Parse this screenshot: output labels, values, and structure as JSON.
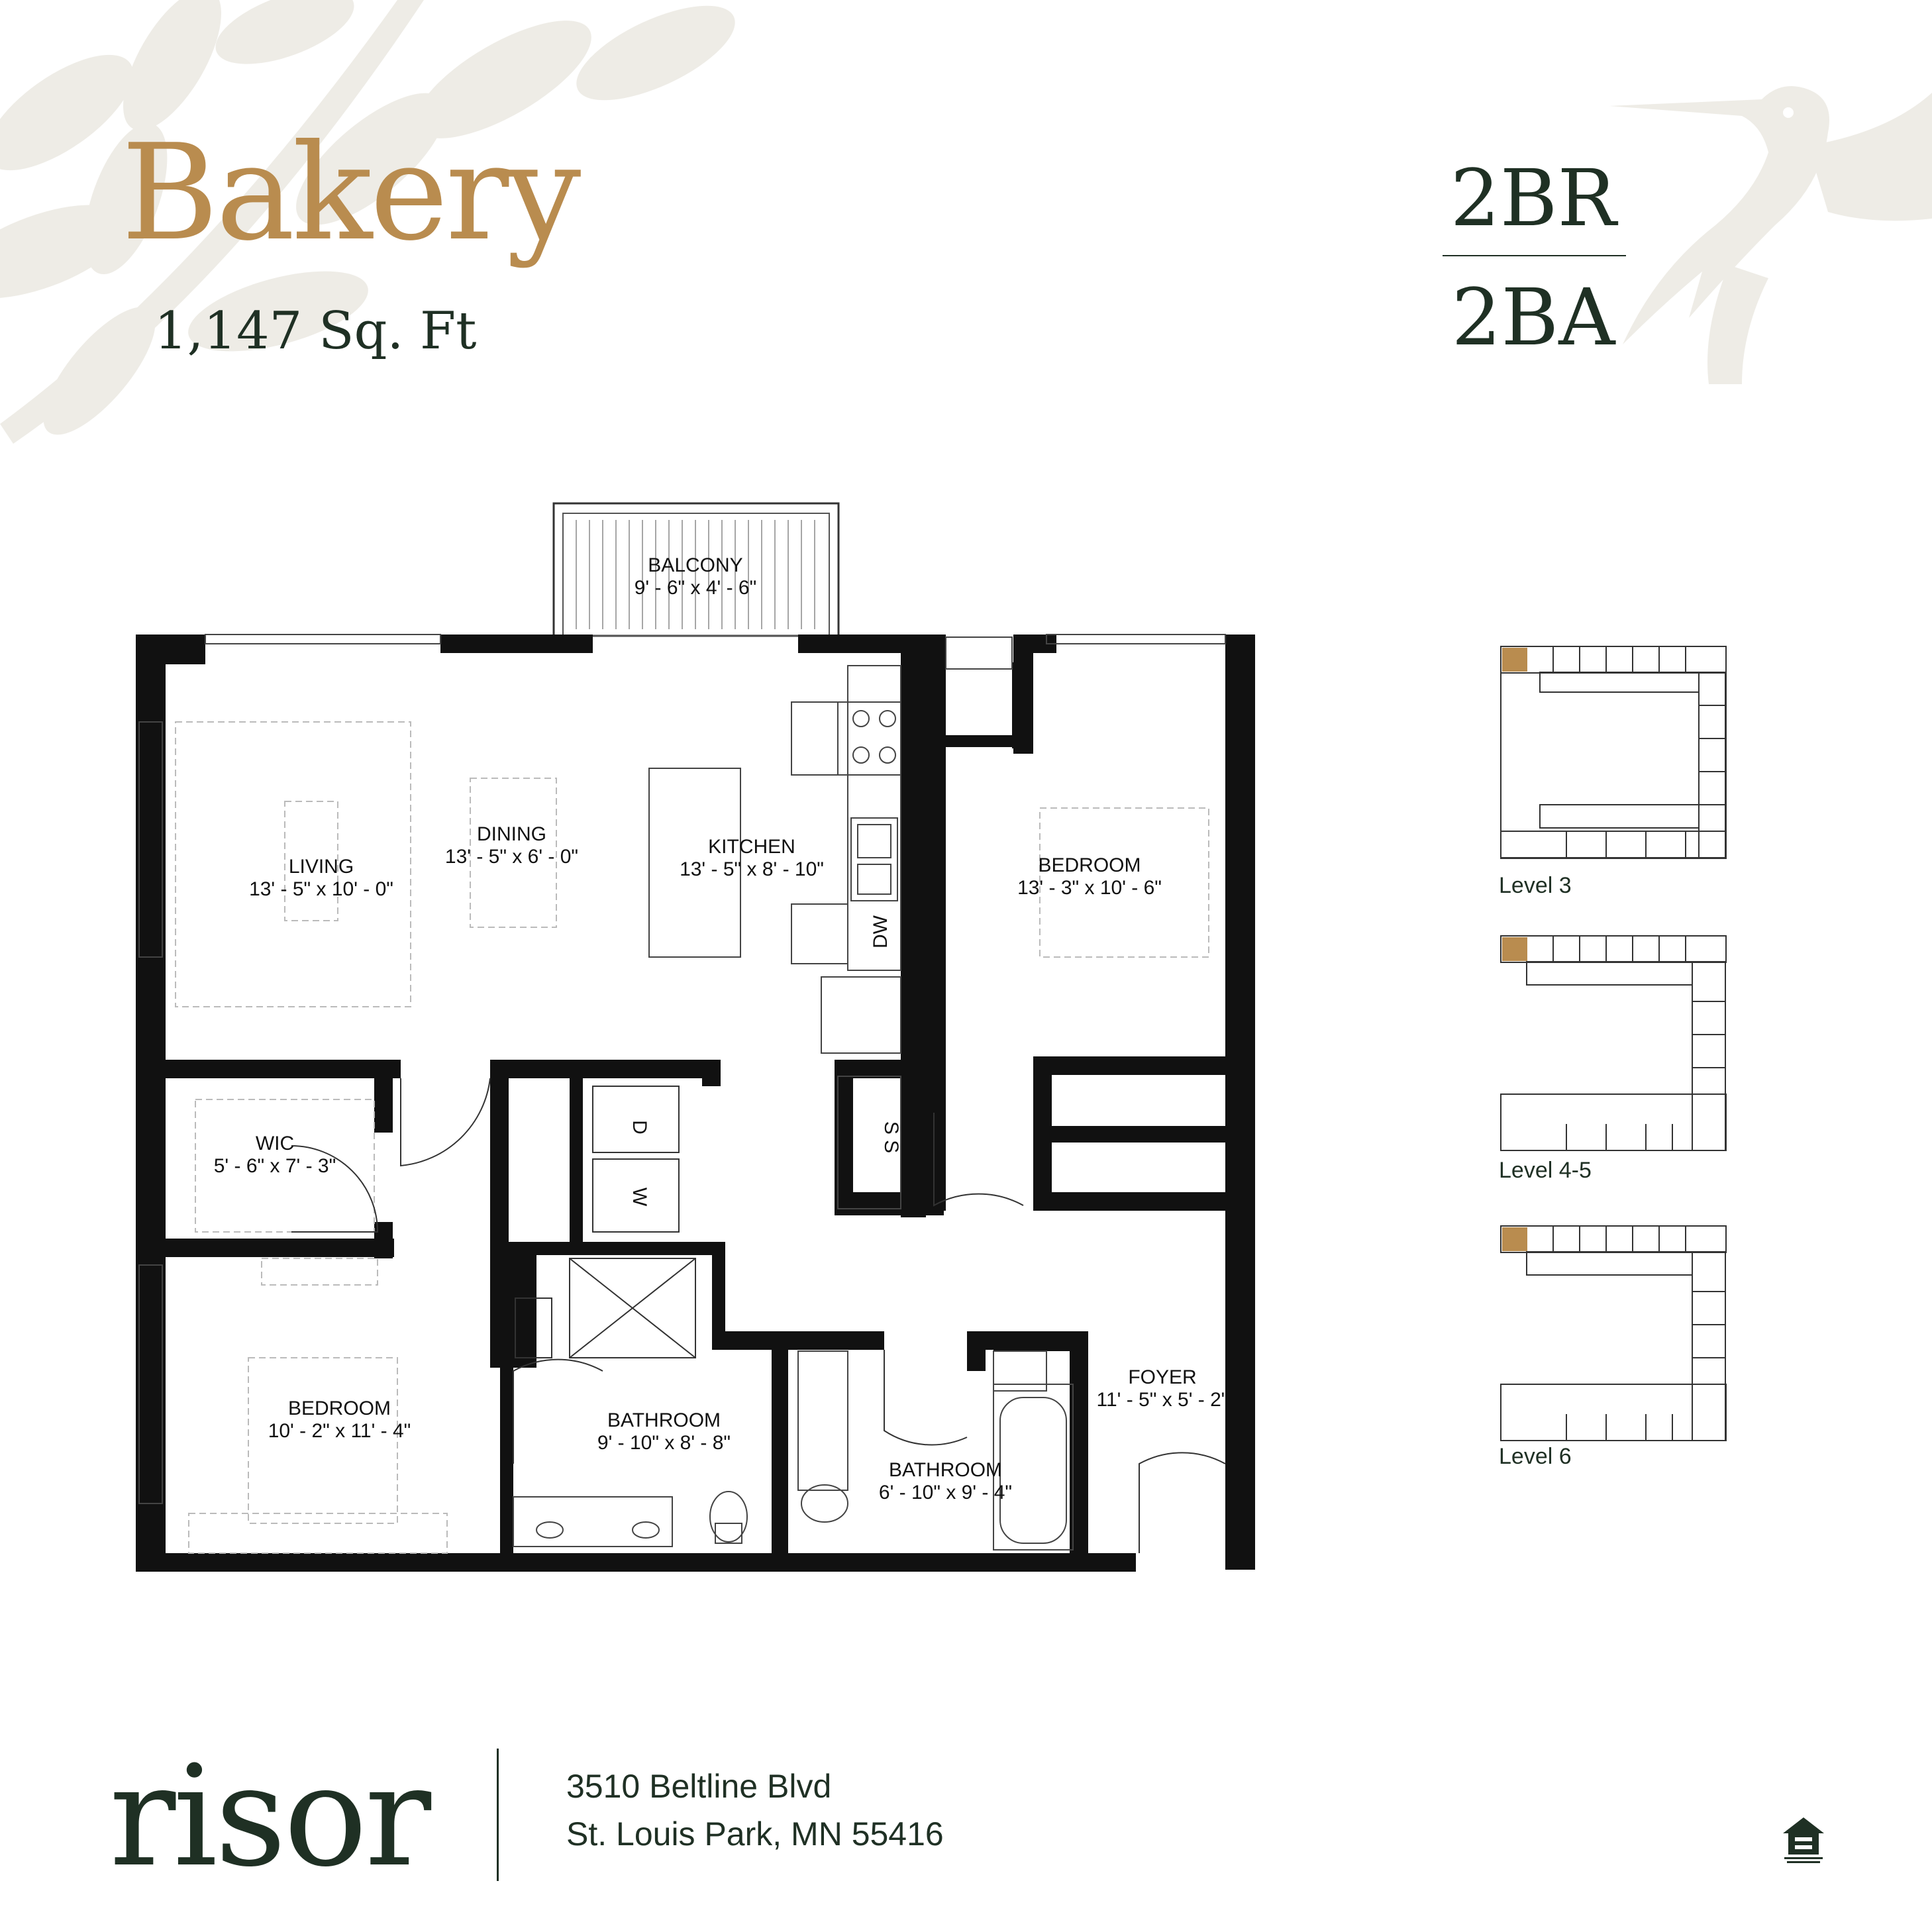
{
  "header": {
    "unit_name": "Bakery",
    "square_feet": "1,147 Sq. Ft",
    "bedrooms": "2BR",
    "bathrooms": "2BA"
  },
  "rooms": {
    "balcony": {
      "label": "BALCONY",
      "dims": "9' - 6\" x 4' - 6\""
    },
    "living": {
      "label": "LIVING",
      "dims": "13' - 5\" x 10' - 0\""
    },
    "dining": {
      "label": "DINING",
      "dims": "13' - 5\" x 6' - 0\""
    },
    "kitchen": {
      "label": "KITCHEN",
      "dims": "13' - 5\" x 8' - 10\""
    },
    "bedroom1": {
      "label": "BEDROOM",
      "dims": "13' - 3\" x 10' - 6\""
    },
    "wic": {
      "label": "WIC",
      "dims": "5' - 6\" x 7' - 3\""
    },
    "bedroom2": {
      "label": "BEDROOM",
      "dims": "10' - 2\" x 11' - 4\""
    },
    "bathroom1": {
      "label": "BATHROOM",
      "dims": "9' - 10\" x 8' - 8\""
    },
    "bathroom2": {
      "label": "BATHROOM",
      "dims": "6' - 10\" x 9' - 4\""
    },
    "foyer": {
      "label": "FOYER",
      "dims": "11' - 5\" x 5' - 2\""
    }
  },
  "fixtures": {
    "dishwasher": "DW",
    "dryer": "D",
    "washer": "W",
    "shelving": "S S"
  },
  "levels": [
    "Level 3",
    "Level 4-5",
    "Level 6"
  ],
  "footer": {
    "brand": "risor",
    "address_line1": "3510 Beltline Blvd",
    "address_line2": "St. Louis Park, MN 55416"
  },
  "colors": {
    "gold": "#b98c4f",
    "dark_green": "#1f3024",
    "leaf": "#eeece6"
  },
  "icons": [
    "leaf-decoration",
    "hummingbird-decoration",
    "equal-housing-opportunity-icon"
  ]
}
